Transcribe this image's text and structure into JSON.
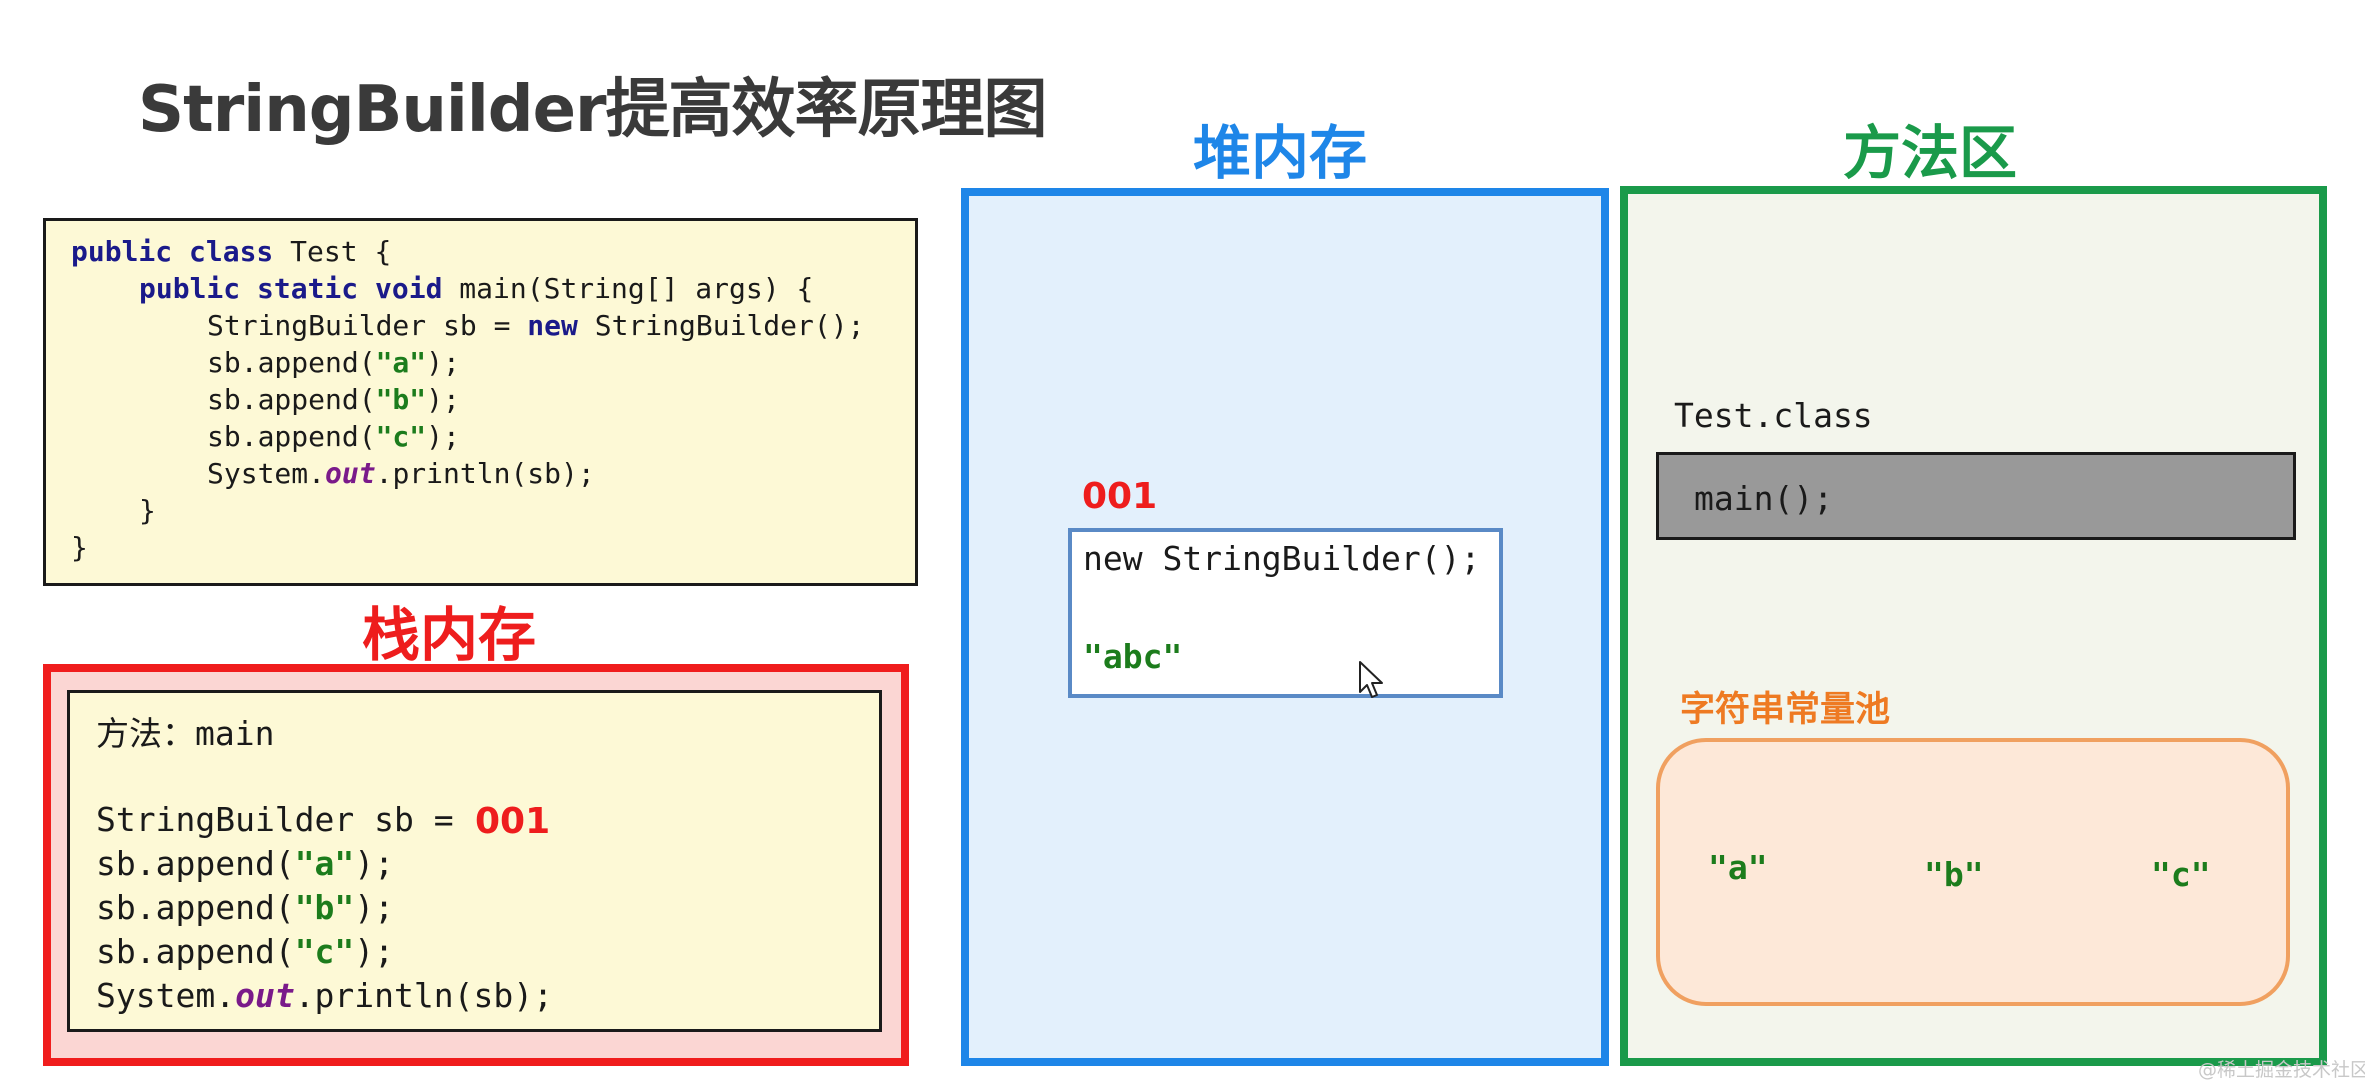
{
  "title": "StringBuilder提高效率原理图",
  "sections": {
    "heap": "堆内存",
    "method_area": "方法区",
    "stack": "栈内存"
  },
  "colors": {
    "stack": "#f01d1d",
    "heap": "#1e86e8",
    "method_area": "#1a9a4a",
    "pool": "#f0a060",
    "string_literal": "#1c7c1c",
    "keyword": "#1a1a8a"
  },
  "code": {
    "l1_kw": "public class",
    "l1_rest": " Test {",
    "l2_kw": "public static void",
    "l2_rest": " main(String[] args) {",
    "l3_pre": "StringBuilder sb = ",
    "l3_kw": "new",
    "l3_post": " StringBuilder();",
    "append_pre": "sb.append(",
    "a": "\"a\"",
    "b": "\"b\"",
    "c": "\"c\"",
    "append_post": ");",
    "print_pre": "System.",
    "print_field": "out",
    "print_post": ".println(sb);",
    "close_inner": "}",
    "close_outer": "}"
  },
  "stack": {
    "method": "方法：main",
    "sb_decl": "StringBuilder sb = ",
    "address": "001"
  },
  "heap": {
    "address": "001",
    "object": "new StringBuilder();",
    "value": "\"abc\""
  },
  "method_area": {
    "class_name": "Test.class",
    "method": "main();",
    "pool_label": "字符串常量池",
    "pool_values": [
      "\"a\"",
      "\"b\"",
      "\"c\""
    ]
  },
  "icons": {
    "cursor": "cursor-icon"
  },
  "watermark": "@稀土掘金技术社区"
}
